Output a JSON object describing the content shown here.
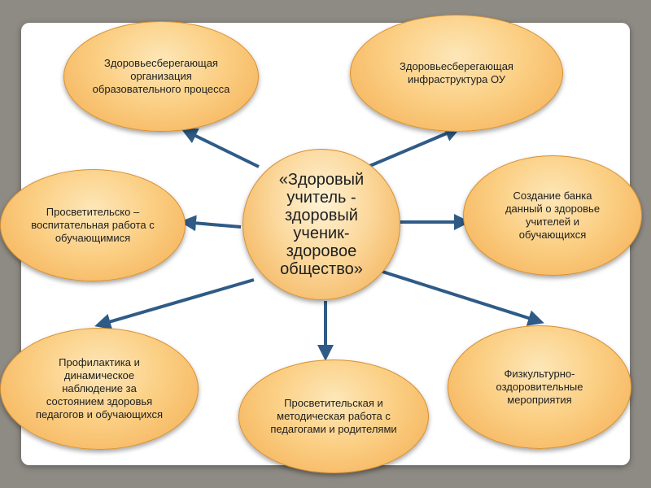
{
  "diagram": {
    "center": "«Здоровый учитель - здоровый ученик-здоровое общество»",
    "nodes": {
      "org_process": "Здоровьесберегающая организация образовательного процесса",
      "infrastructure": "Здоровьесберегающая инфраструктура ОУ",
      "education_work": "Просветительско – воспитательная работа с обучающимися",
      "data_bank": "Создание банка данный о здоровье учителей и обучающихся",
      "prevention": "Профилактика и динамическое наблюдение за состоянием здоровья педагогов и обучающихся",
      "methodical_work": "Просветительская и методическая работа с педагогами и родителями",
      "sports_events": "Физкультурно-оздоровительные мероприятия"
    },
    "colors": {
      "arrow": "#2f5b86",
      "node_fill": "#fbcf84",
      "node_border": "#d7902f"
    }
  }
}
